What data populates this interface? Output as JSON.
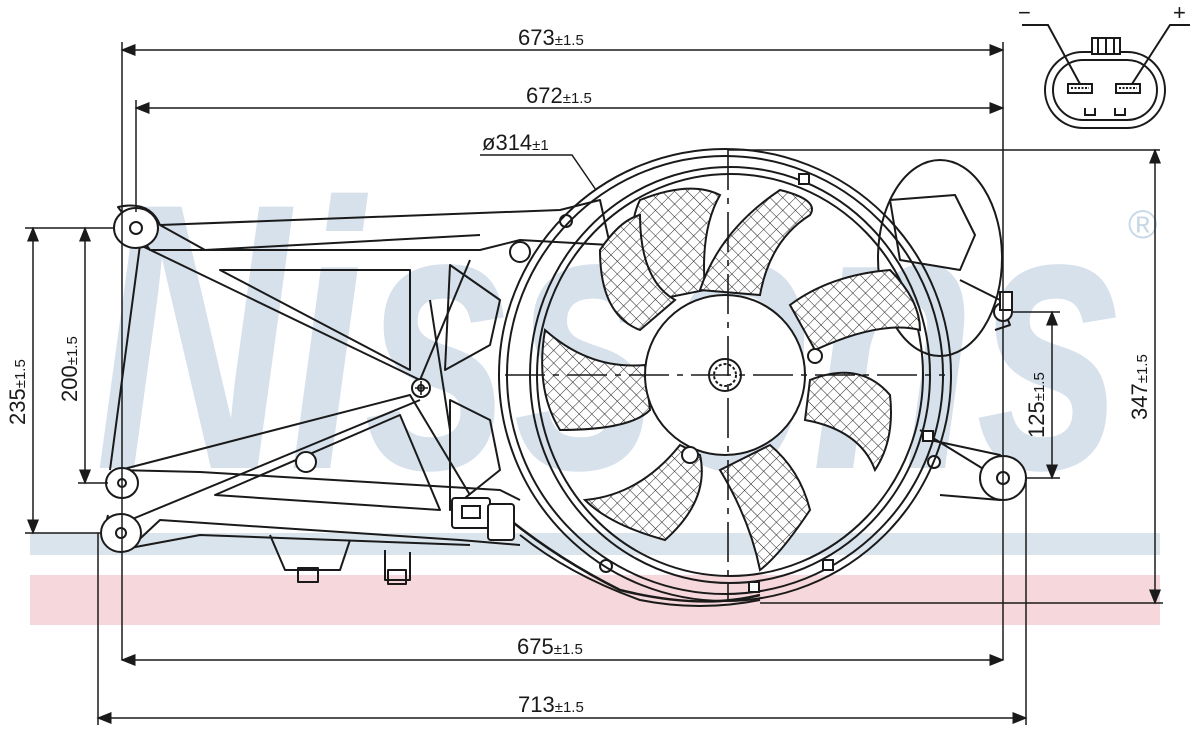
{
  "brand": {
    "watermark": "Nissens",
    "registered_mark": "®",
    "watermark_color": "#c9d8e6",
    "band_color": "#f3c9cf"
  },
  "connector": {
    "minus_label": "−",
    "plus_label": "+"
  },
  "dimensions": {
    "width_top_outer": {
      "value": "673",
      "tol": "±1.5"
    },
    "width_top_inner": {
      "value": "672",
      "tol": "±1.5"
    },
    "fan_diameter": {
      "prefix": "ø",
      "value": "314",
      "tol": "±1"
    },
    "height_left_outer": {
      "value": "235",
      "tol": "±1.5"
    },
    "height_left_inner": {
      "value": "200",
      "tol": "±1.5"
    },
    "height_right_small": {
      "value": "125",
      "tol": "±1.5"
    },
    "height_right_total": {
      "value": "347",
      "tol": "±1.5"
    },
    "width_bottom_inner": {
      "value": "675",
      "tol": "±1.5"
    },
    "width_bottom_outer": {
      "value": "713",
      "tol": "±1.5"
    }
  },
  "line_color": "#1a1a1a"
}
